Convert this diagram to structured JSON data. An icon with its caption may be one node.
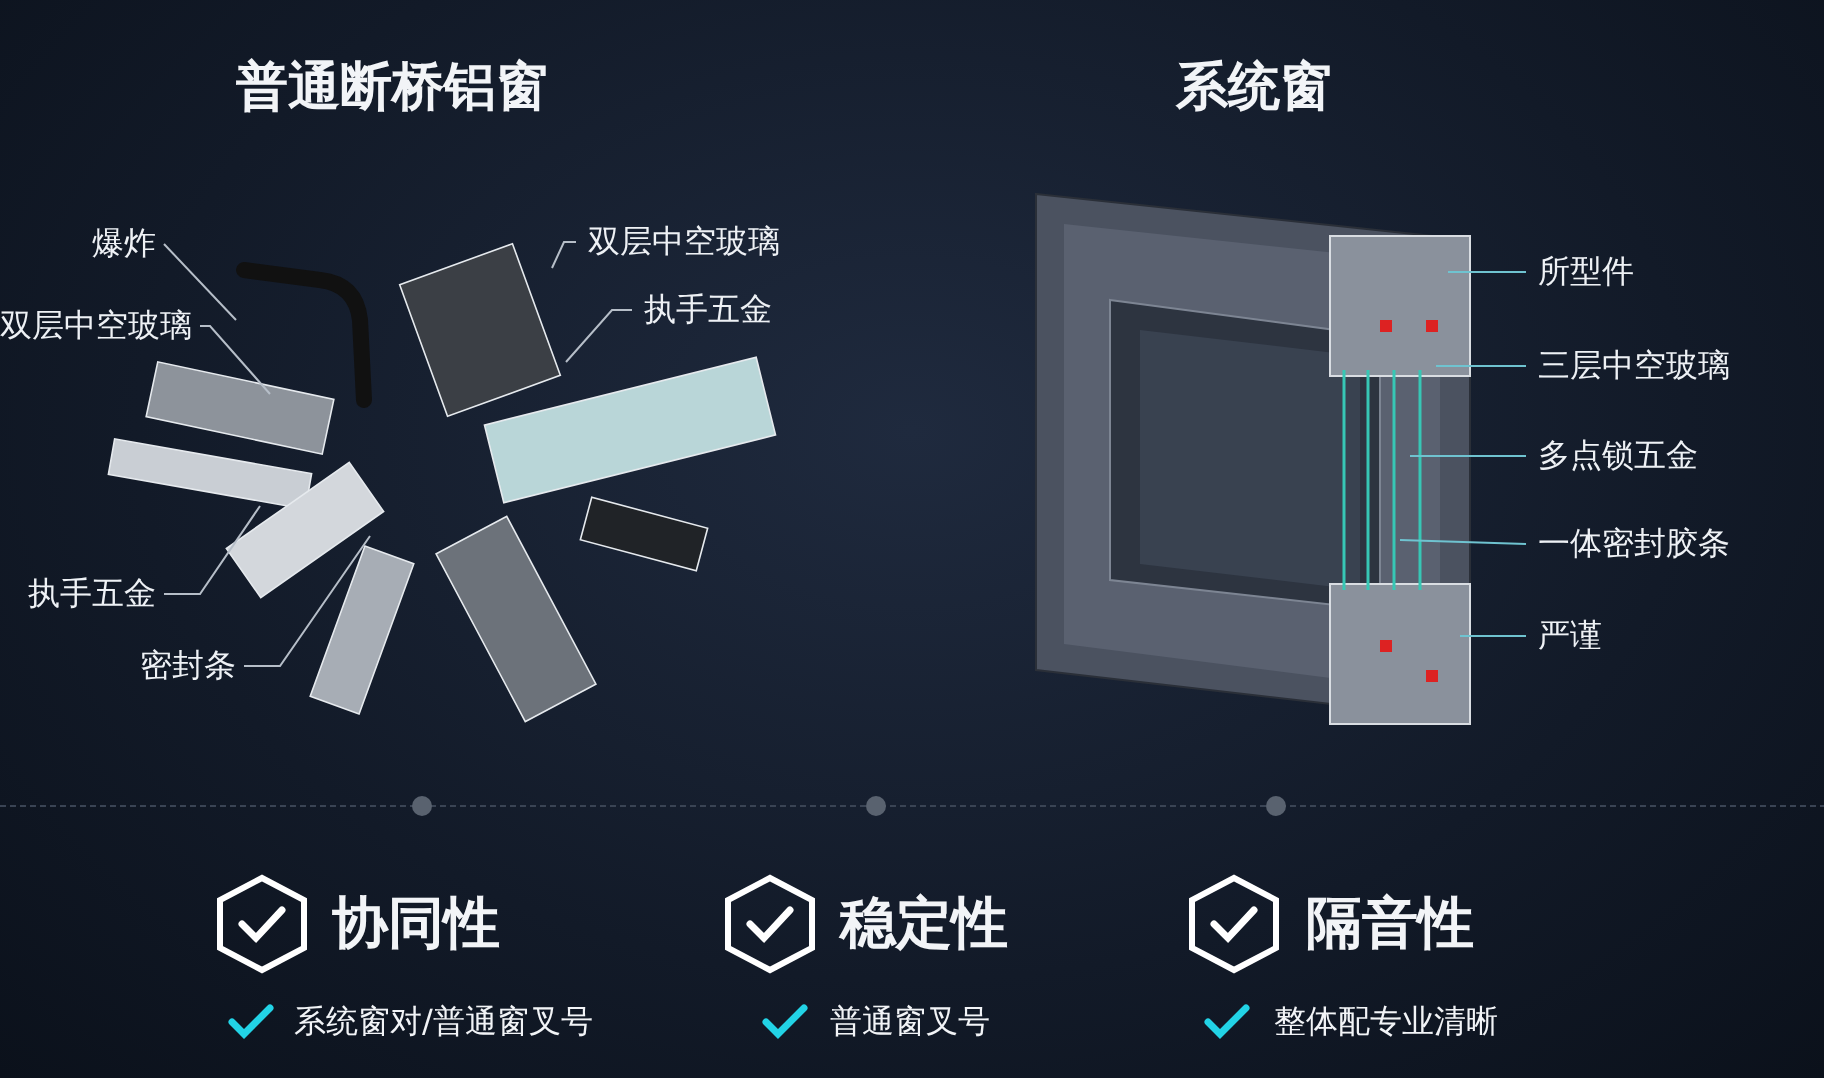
{
  "diagram": {
    "nodes": [
      {
        "text": [
          "爆炸"
        ]
      },
      {
        "text": [
          "双层中空玻璃"
        ]
      },
      {
        "text": [
          "执手五金"
        ]
      },
      {
        "text": [
          "密封条"
        ]
      },
      {
        "text": [
          "双层中空玻璃"
        ]
      },
      {
        "text": [
          "执手五金"
        ]
      },
      {
        "text": [
          "所型件"
        ]
      },
      {
        "text": [
          "三层中空玻璃"
        ]
      },
      {
        "text": [
          "多点锁五金"
        ]
      },
      {
        "text": [
          "一体密封胶条"
        ]
      },
      {
        "text": [
          "严谨"
        ]
      }
    ],
    "edges": [
      {
        "from": 0,
        "to": null,
        "arrow": "none"
      },
      {
        "from": 1,
        "to": null,
        "arrow": "none"
      },
      {
        "from": 2,
        "to": null,
        "arrow": "none"
      },
      {
        "from": 3,
        "to": null,
        "arrow": "none"
      },
      {
        "from": 4,
        "to": null,
        "arrow": "none"
      },
      {
        "from": 5,
        "to": null,
        "arrow": "none"
      },
      {
        "from": 6,
        "to": null,
        "arrow": "none"
      },
      {
        "from": 7,
        "to": null,
        "arrow": "none"
      },
      {
        "from": 8,
        "to": null,
        "arrow": "none"
      },
      {
        "from": 9,
        "to": null,
        "arrow": "none"
      },
      {
        "from": 10,
        "to": null,
        "arrow": "none"
      }
    ],
    "labels": [
      "普通断桥铝窗",
      "系统窗",
      "协同性",
      "系统窗对/普通窗叉号",
      "稳定性",
      "普通窗叉号",
      "隔音性",
      "整体配专业清晰"
    ]
  }
}
